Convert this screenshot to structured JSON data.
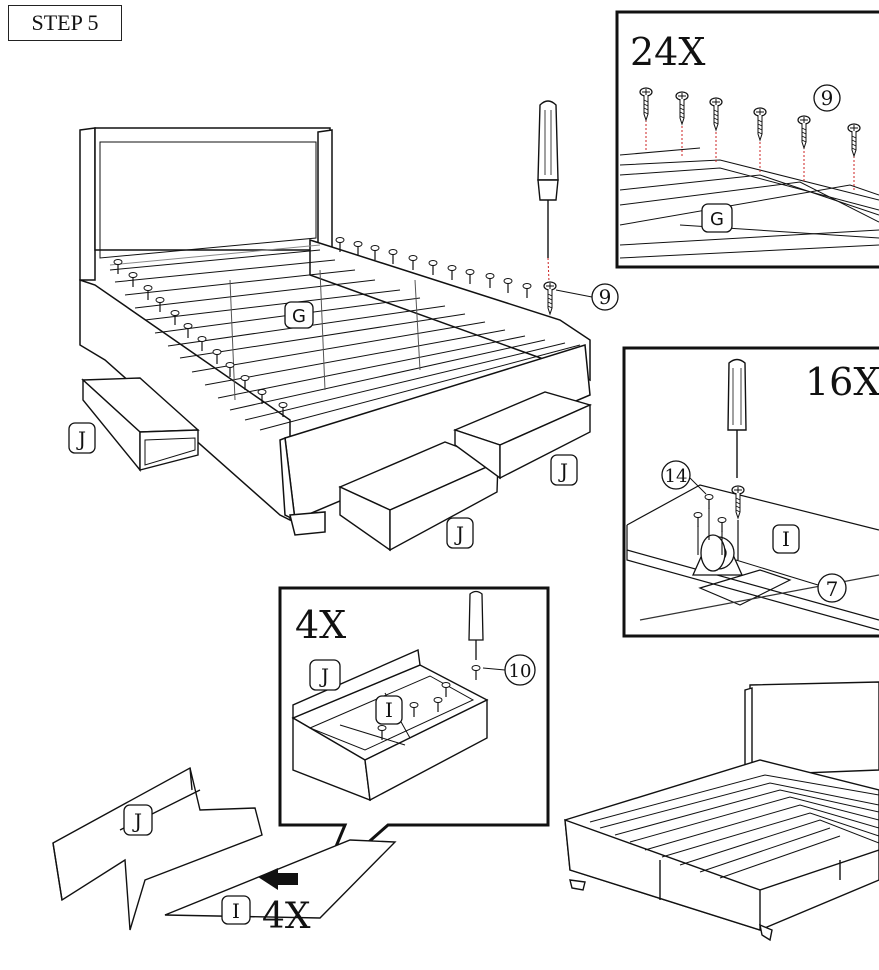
{
  "step": {
    "label": "STEP 5"
  },
  "panels": {
    "slats": {
      "count": "24X",
      "part": "G",
      "screw": "9"
    },
    "brackets": {
      "count": "16X",
      "part": "I",
      "screw_a": "14",
      "screw_b": "7"
    },
    "drawer": {
      "count": "4X",
      "part_j": "J",
      "part_i": "I",
      "screw": "10"
    }
  },
  "main": {
    "slat_label": "G",
    "screw_label": "9",
    "drawer_labels": [
      "J",
      "J",
      "J"
    ]
  },
  "flatpack": {
    "part_j": "J",
    "part_i": "I",
    "count": "4X"
  }
}
